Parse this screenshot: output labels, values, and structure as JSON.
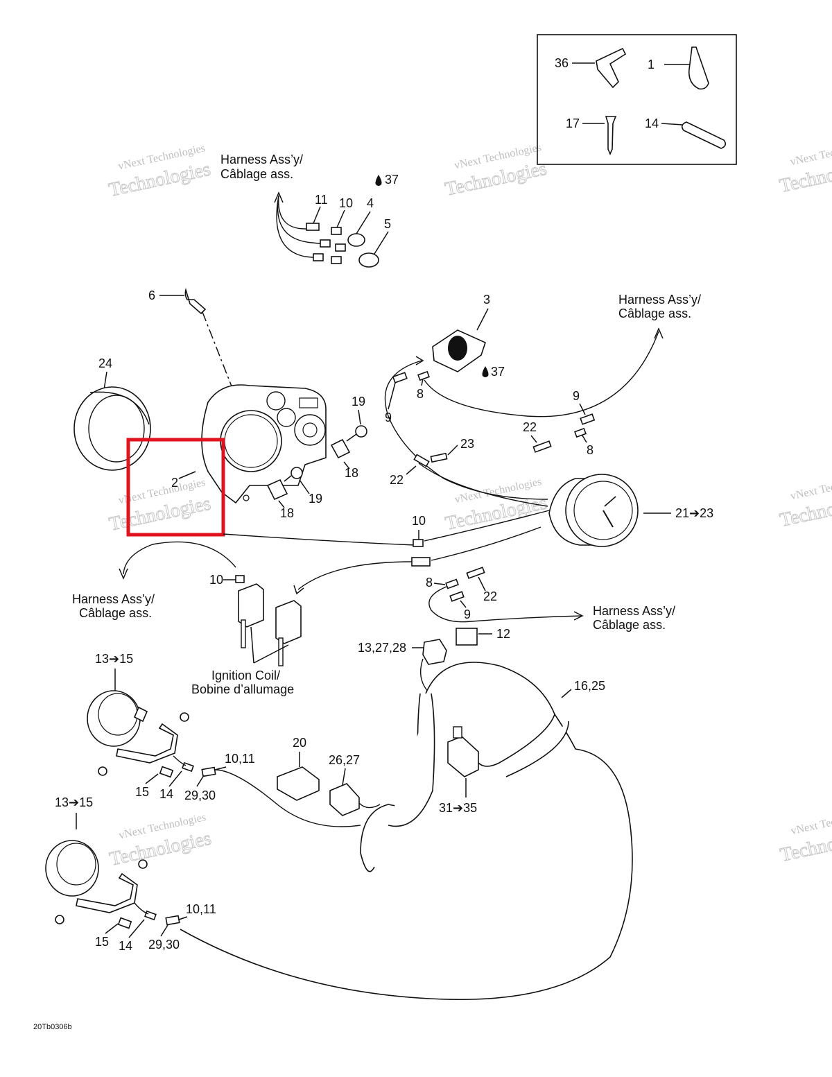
{
  "labels": {
    "l36": "36",
    "l1": "1",
    "l17": "17",
    "l14a": "14",
    "l11": "11",
    "l10a": "10",
    "l4": "4",
    "l5": "5",
    "l37a": "37",
    "l6": "6",
    "l3": "3",
    "l37b": "37",
    "l24": "24",
    "l2": "2",
    "l19a": "19",
    "l18a": "18",
    "l19b": "19",
    "l18b": "18",
    "l9a": "9",
    "l8a": "8",
    "l9b": "9",
    "l8b": "8",
    "l22a": "22",
    "l23": "23",
    "l22b": "22",
    "l21": "21➔23",
    "l10b": "10",
    "l10c": "10",
    "l8c": "8",
    "l22c": "22",
    "l9c": "9",
    "l12": "12",
    "l13": "13,27,28",
    "l1625": "16,25",
    "l1315a": "13➔15",
    "l1315b": "13➔15",
    "l20": "20",
    "l2627": "26,27",
    "l3135": "31➔35",
    "l1011a": "10,11",
    "l15a": "15",
    "l14b": "14",
    "l2930a": "29,30",
    "l1011b": "10,11",
    "l15b": "15",
    "l14c": "14",
    "l2930b": "29,30"
  },
  "harness": {
    "h1": {
      "line1": "Harness Ass’y/",
      "line2": "Câblage ass."
    },
    "h2": {
      "line1": "Harness Ass’y/",
      "line2": "Câblage ass."
    },
    "h3": {
      "line1": "Harness Ass’y/",
      "line2": "Câblage ass."
    },
    "h4": {
      "line1": "Harness Ass’y/",
      "line2": "Câblage ass."
    }
  },
  "ignition": {
    "line1": "Ignition Coil/",
    "line2": "Bobine d’allumage"
  },
  "watermark": {
    "line1": "vNext Technologies",
    "line2": "Technologies"
  },
  "drawing_code": "20Tb0306b",
  "colors": {
    "highlight": "#e0141e",
    "ink": "#111111",
    "watermark": "#c0c0c0"
  }
}
